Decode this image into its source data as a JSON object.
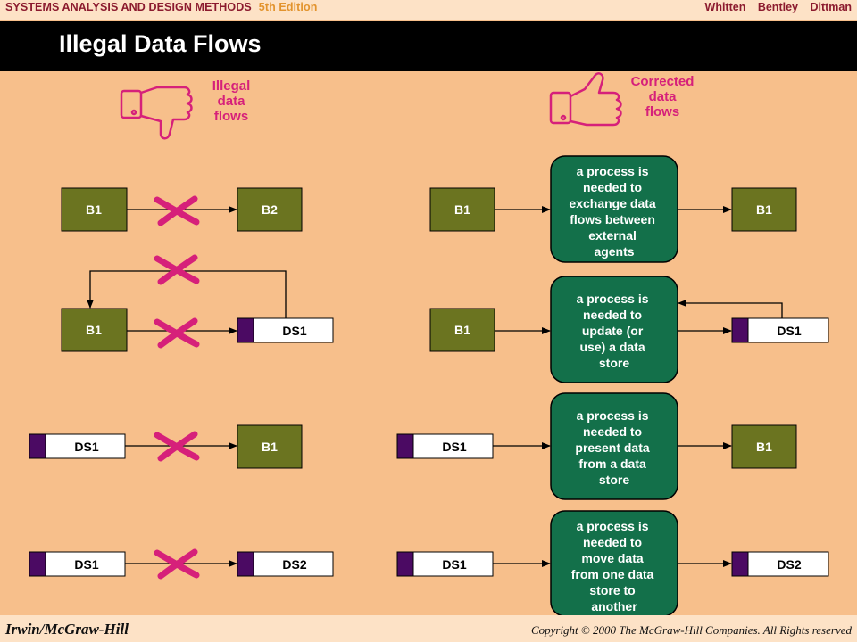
{
  "header": {
    "course": "SYSTEMS ANALYSIS AND DESIGN METHODS",
    "edition": "5th Edition",
    "authors": [
      "Whitten",
      "Bentley",
      "Dittman"
    ]
  },
  "slide": {
    "title": "Illegal Data Flows"
  },
  "legend": {
    "illegal_label": "Illegal\ndata\nflows",
    "corrected_label": "Corrected\ndata\nflows",
    "illegal_icon": "thumbs-down-icon",
    "corrected_icon": "thumbs-up-icon"
  },
  "labels": {
    "b1": "B1",
    "b2": "B2",
    "ds1": "DS1",
    "ds2": "DS2"
  },
  "processes": {
    "p1": [
      "a process is",
      "needed to",
      "exchange data",
      "flows between",
      "external",
      "agents"
    ],
    "p2": [
      "a process is",
      "needed to",
      "update (or",
      "use) a data",
      "store"
    ],
    "p3": [
      "a process is",
      "needed to",
      "present data",
      "from a data",
      "store"
    ],
    "p4": [
      "a process is",
      "needed to",
      "move data",
      "from one data",
      "store to",
      "another"
    ]
  },
  "footer": {
    "publisher": "Irwin/McGraw-Hill",
    "copyright": "Copyright © 2000 The McGraw-Hill Companies. All Rights reserved"
  },
  "colors": {
    "background": "#f7bf8b",
    "entity": "#6b7420",
    "process": "#13704a",
    "datastore_tab": "#4b0a63",
    "cross": "#d6207a",
    "title_bar": "#000000"
  }
}
